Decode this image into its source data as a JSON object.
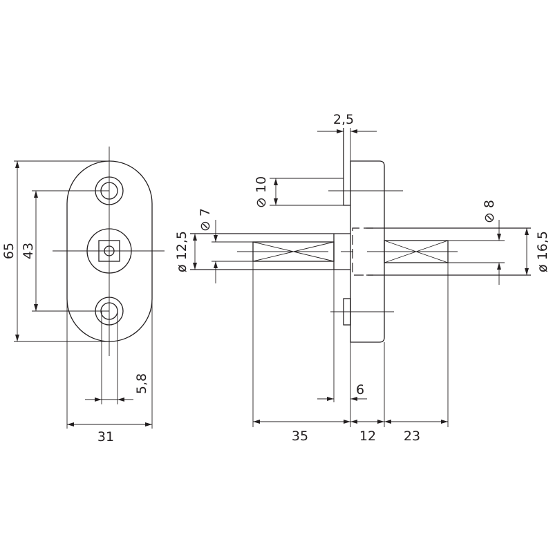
{
  "front_view": {
    "dims": {
      "overall_height": "65",
      "hole_spacing": "43",
      "slot_width": "5,8",
      "width": "31"
    }
  },
  "side_view": {
    "dims": {
      "flange_thickness": "2,5",
      "pin_square": "⊘ 10",
      "left_square": "⊘ 7",
      "left_diameter": "ø 12,5",
      "right_square": "⊘ 8",
      "right_diameter": "ø 16,5",
      "step": "6",
      "left_length": "35",
      "body_length": "12",
      "right_length": "23"
    }
  },
  "colors": {
    "line": "#231f20",
    "background": "#ffffff"
  }
}
